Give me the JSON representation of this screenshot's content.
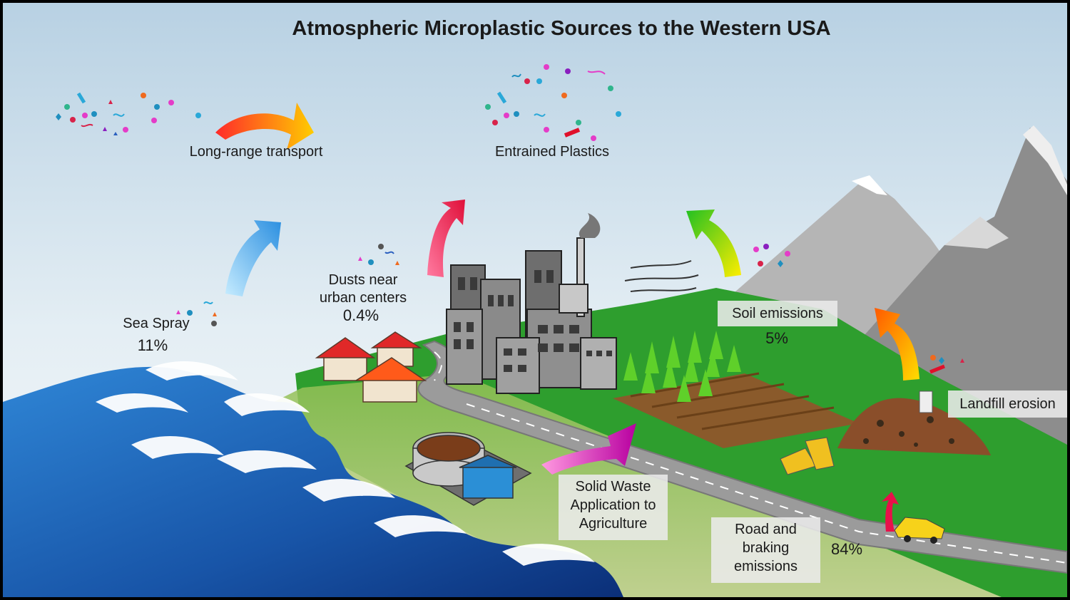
{
  "title": "Atmospheric Microplastic Sources to the Western USA",
  "labels": {
    "long_range": "Long-range transport",
    "entrained": "Entrained Plastics",
    "sea_spray": "Sea Spray",
    "dusts_line1": "Dusts near",
    "dusts_line2": "urban centers",
    "soil": "Soil emissions",
    "landfill": "Landfill erosion",
    "solid_line1": "Solid Waste",
    "solid_line2": "Application to",
    "solid_line3": "Agriculture",
    "road_line1": "Road and",
    "road_line2": "braking",
    "road_line3": "emissions"
  },
  "percentages": {
    "sea_spray": "11%",
    "dusts": "0.4%",
    "soil": "5%",
    "road": "84%"
  },
  "colors": {
    "sky_top": "#b9d2e4",
    "sky_bottom": "#f4f7f9",
    "grass": "#2e9e2e",
    "road": "#9e9e9e",
    "ocean": "#1d5fb4",
    "mountain": "#8a8a8a"
  }
}
